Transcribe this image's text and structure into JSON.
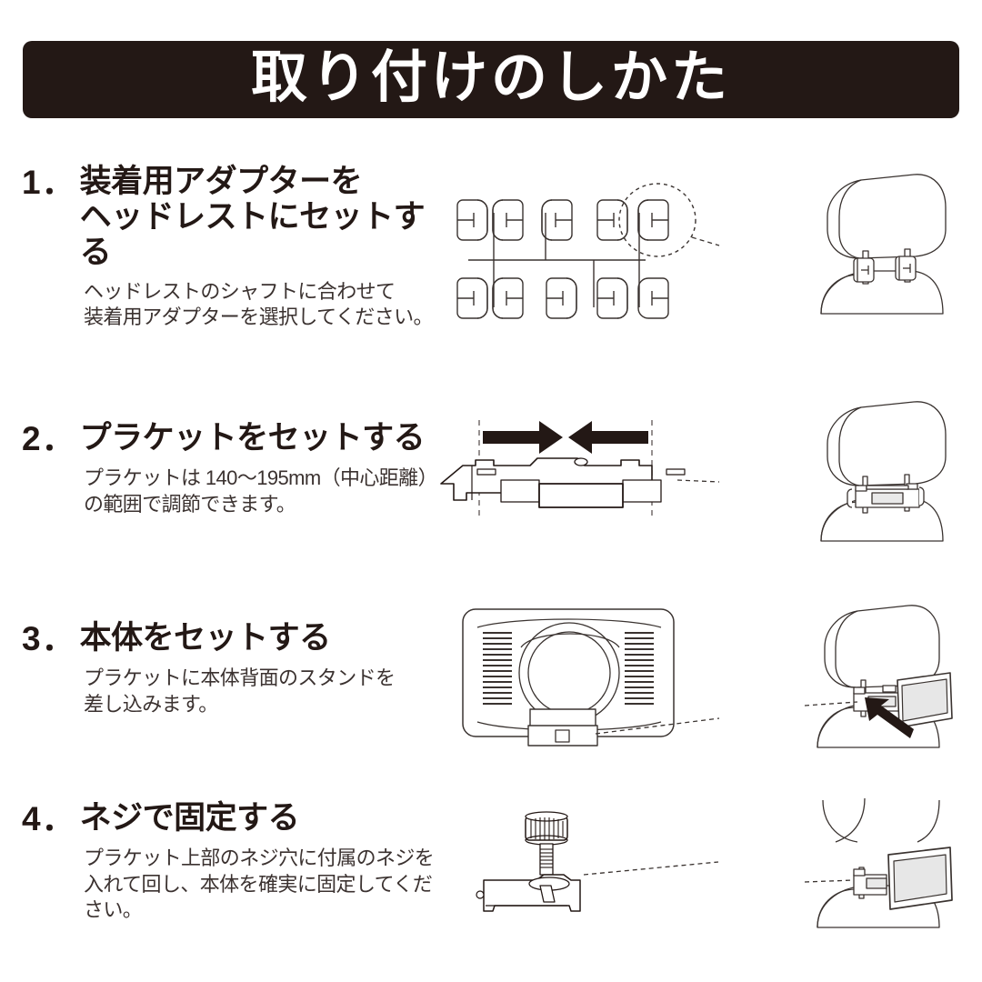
{
  "page": {
    "title": "取り付けのしかた",
    "background_color": "#ffffff",
    "banner_color": "#231815",
    "text_color": "#231815",
    "line_color": "#3a3330"
  },
  "steps": [
    {
      "number": "1．",
      "title_line1": "装着用アダプターを",
      "title_line2": "ヘッドレストにセットする",
      "description": "ヘッドレストのシャフトに合わせて\n装着用アダプターを選択してください。",
      "figure_left": "adapter-set-tree-diagram",
      "figure_right": "headrest-with-adapters-diagram"
    },
    {
      "number": "2．",
      "title_line1": "プラケットをセットする",
      "title_line2": "",
      "description": "プラケットは 140〜195mm（中心距離）\nの範囲で調節できます。",
      "figure_left": "bracket-adjustment-diagram",
      "figure_right": "headrest-with-bracket-diagram"
    },
    {
      "number": "3．",
      "title_line1": "本体をセットする",
      "title_line2": "",
      "description": "プラケットに本体背面のスタンドを\n差し込みます。",
      "figure_left": "monitor-rear-diagram",
      "figure_right": "headrest-monitor-insert-diagram"
    },
    {
      "number": "4．",
      "title_line1": "ネジで固定する",
      "title_line2": "",
      "description": "プラケット上部のネジ穴に付属のネジを\n入れて回し、本体を確実に固定してください。",
      "figure_left": "thumbscrew-bracket-diagram",
      "figure_right": "headrest-monitor-fixed-diagram"
    }
  ],
  "measurements": {
    "bracket_range_min_mm": 140,
    "bracket_range_max_mm": 195,
    "bracket_range_label": "140〜195mm（中心距離）"
  }
}
